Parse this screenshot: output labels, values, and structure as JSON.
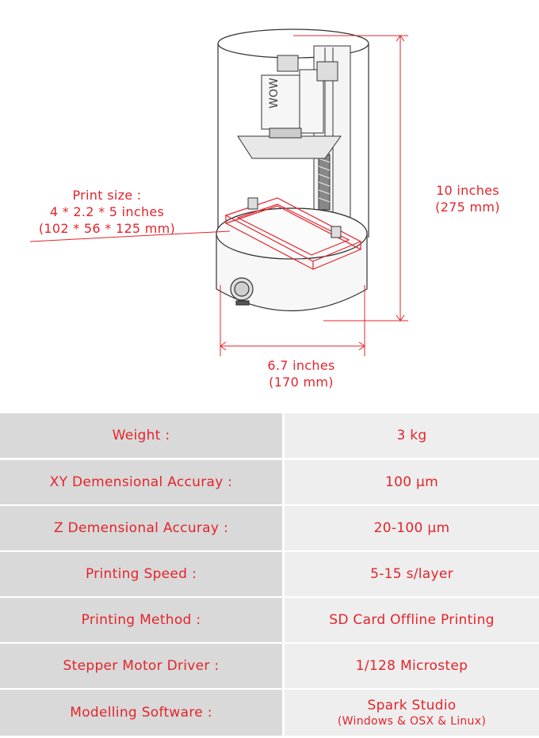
{
  "dimensions": {
    "print_size": {
      "line1": "Print size :",
      "line2": "4 * 2.2 * 5 inches",
      "line3": "(102 * 56 * 125 mm)"
    },
    "height": {
      "line1": "10 inches",
      "line2": "(275 mm)"
    },
    "width": {
      "line1": "6.7 inches",
      "line2": "(170 mm)"
    },
    "logo_text": "WOW"
  },
  "specs": [
    {
      "label": "Weight :",
      "value": "3 kg"
    },
    {
      "label": "XY Demensional Accuray :",
      "value": "100 μm"
    },
    {
      "label": "Z Demensional Accuray :",
      "value": "20-100 μm"
    },
    {
      "label": "Printing Speed :",
      "value": "5-15 s/layer"
    },
    {
      "label": "Printing Method :",
      "value": "SD Card Offline Printing"
    },
    {
      "label": "Stepper Motor Driver :",
      "value": "1/128 Microstep"
    },
    {
      "label": "Modelling Software :",
      "value": "Spark Studio",
      "value_sub": "(Windows & OSX & Linux)"
    }
  ],
  "colors": {
    "accent": "#e3242b",
    "label_bg": "#d9d9d9",
    "value_bg": "#eeeeee"
  }
}
